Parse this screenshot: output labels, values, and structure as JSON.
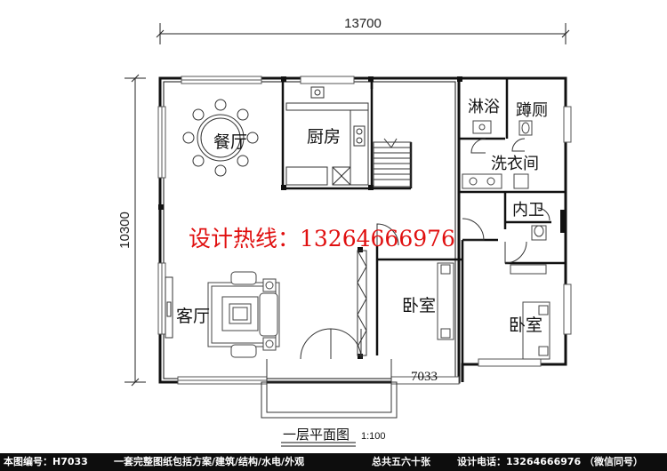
{
  "dimensions": {
    "width_label": "13700",
    "height_label": "10300"
  },
  "rooms": {
    "dining": "餐厅",
    "kitchen": "厨房",
    "shower": "淋浴",
    "toilet": "蹲厕",
    "laundry": "洗衣间",
    "inner_bath": "内卫",
    "living": "客厅",
    "bedroom_1": "卧室",
    "bedroom_2": "卧室"
  },
  "hotline": "设计热线：13264666976",
  "plan_code": "7033",
  "plan_title": "一层平面图",
  "scale": "1:100",
  "footer": {
    "plan_no": "本图编号：H7033",
    "includes": "一套完整图纸包括方案/建筑/结构/水电/外观",
    "total": "总共五六十张",
    "phone": "设计电话：13264666976 （微信同号）"
  },
  "colors": {
    "hotline": "#e01010",
    "wall": "#111111",
    "footer_bg": "#0d0d0d"
  }
}
